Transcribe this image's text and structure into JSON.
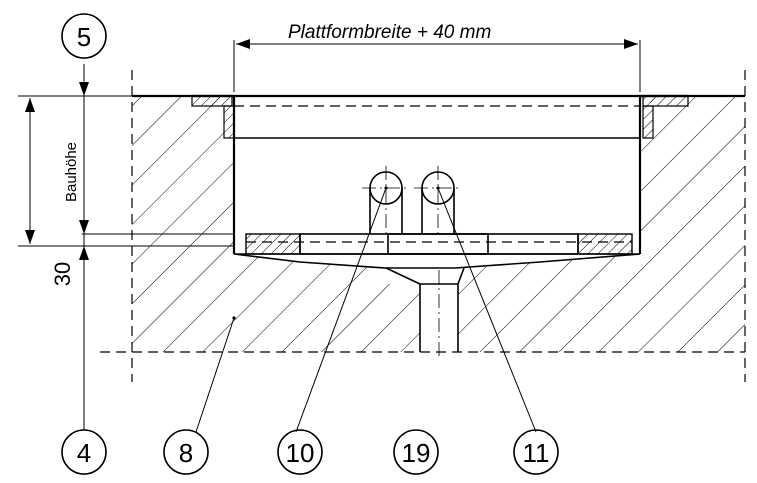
{
  "drawing": {
    "dimension_width_label": "Plattformbreite + 40 mm",
    "dimension_height_label": "Bauhöhe",
    "dimension_bottom_label": "30",
    "callouts": {
      "c5": "5",
      "c4": "4",
      "c8": "8",
      "c10": "10",
      "c19": "19",
      "c11": "11"
    },
    "colors": {
      "line": "#000000",
      "background": "#ffffff"
    }
  }
}
